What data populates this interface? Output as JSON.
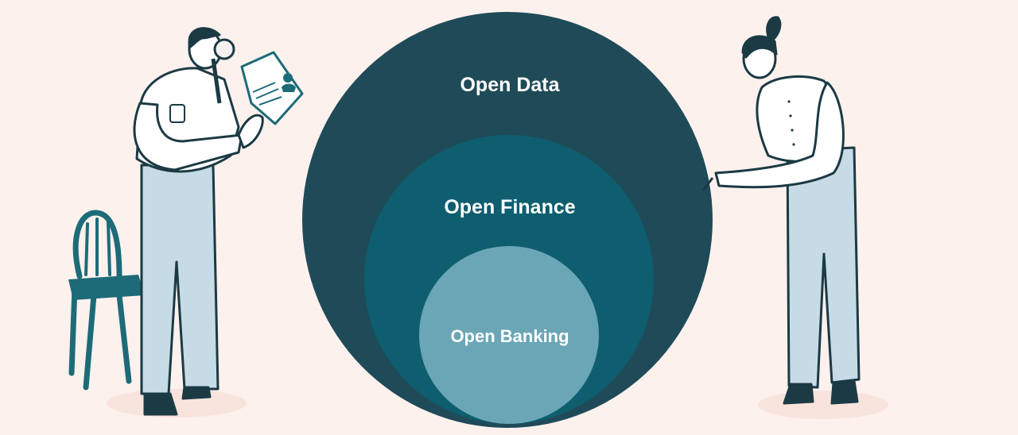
{
  "diagram": {
    "outer": {
      "label": "Open Data",
      "color": "#1f4b58"
    },
    "middle": {
      "label": "Open Finance",
      "color": "#0e5e6f"
    },
    "inner": {
      "label": "Open Banking",
      "color": "#6aa6b6"
    }
  },
  "colors": {
    "background": "#fdf1ee",
    "shadow": "#f8e4dd",
    "ink": "#1b3a44",
    "pants": "#c7dbe6",
    "shirt": "#ffffff",
    "chair": "#1d6b78"
  },
  "illustrations": [
    "man-with-document-figure",
    "chair",
    "woman-pointing-figure"
  ]
}
